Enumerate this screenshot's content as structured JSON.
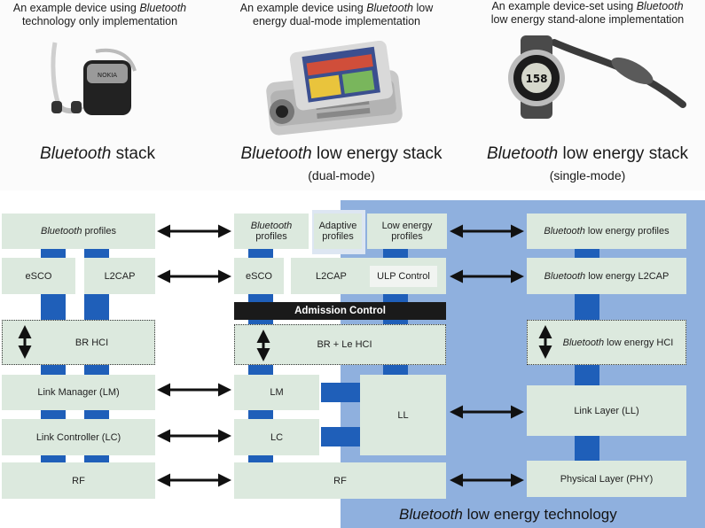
{
  "captions": [
    {
      "pre": "An example device using ",
      "em": "Bluetooth",
      "post": "",
      "line2": "technology only implementation"
    },
    {
      "pre": "An example device using ",
      "em": "Bluetooth",
      "post": " low",
      "line2": "energy dual-mode implementation"
    },
    {
      "pre": "An example device-set using ",
      "em": "Bluetooth",
      "post": "",
      "line2": "low energy stand-alone implementation"
    }
  ],
  "stack_titles": [
    {
      "em": "Bluetooth",
      "rest": " stack",
      "sub": ""
    },
    {
      "em": "Bluetooth",
      "rest": " low energy stack",
      "sub": "(dual-mode)"
    },
    {
      "em": "Bluetooth",
      "rest": " low energy stack",
      "sub": "(single-mode)"
    }
  ],
  "left_stack": {
    "profiles": {
      "em": "Bluetooth",
      "rest": " profiles"
    },
    "esco": "eSCO",
    "l2cap": "L2CAP",
    "hci": "BR HCI",
    "lm": "Link Manager (LM)",
    "lc": "Link Controller (LC)",
    "rf": "RF"
  },
  "mid_stack": {
    "bt_profiles": {
      "em": "Bluetooth",
      "rest": "profiles"
    },
    "adaptive_profiles": {
      "l1": "Adaptive",
      "l2": "profiles"
    },
    "le_profiles": {
      "l1": "Low energy",
      "l2": "profiles"
    },
    "esco": "eSCO",
    "l2cap": "L2CAP",
    "ulp": "ULP Control",
    "admission": "Admission Control",
    "hci": "BR + Le HCI",
    "lm": "LM",
    "lc": "LC",
    "ll": "LL",
    "rf": "RF"
  },
  "right_stack": {
    "profiles": {
      "em": "Bluetooth",
      "rest": " low energy profiles"
    },
    "l2cap": {
      "em": "Bluetooth",
      "rest": " low energy L2CAP"
    },
    "hci": {
      "em": "Bluetooth",
      "rest": " low energy HCI"
    },
    "ll": "Link Layer (LL)",
    "phy": "Physical Layer (PHY)"
  },
  "bottom_label": {
    "em": "Bluetooth",
    "rest": " low energy technology"
  },
  "colors": {
    "le_region": "#8fb0de",
    "box": "#dce9de",
    "bar": "#1f5fb9",
    "admission": "#1a1a1a"
  }
}
